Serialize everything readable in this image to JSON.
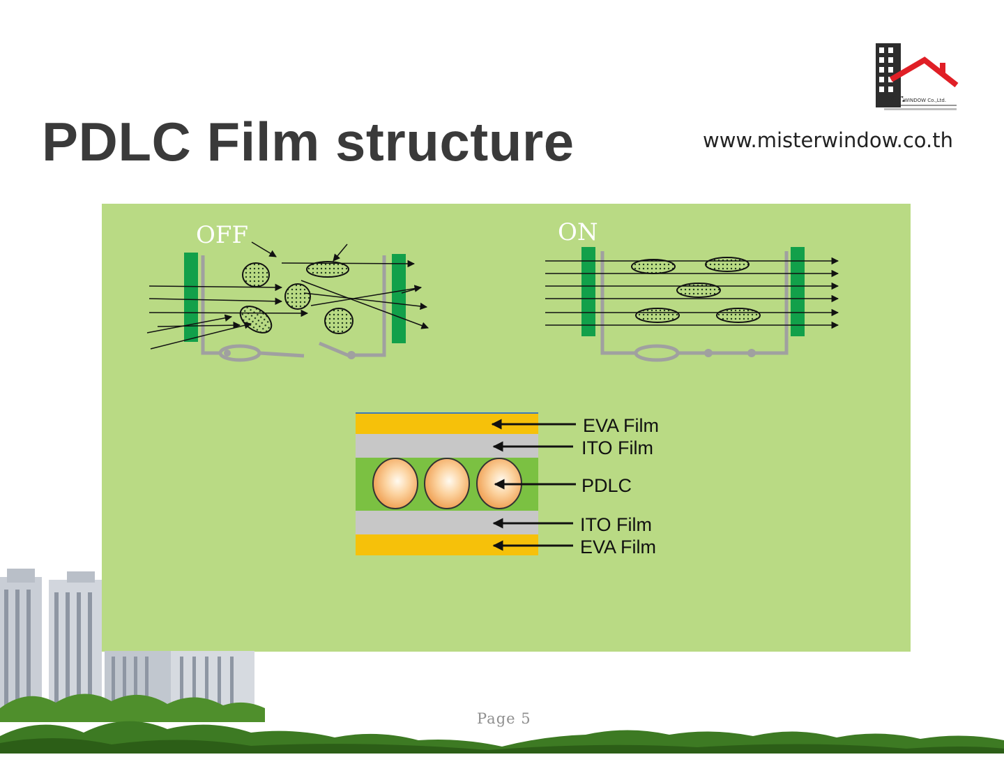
{
  "slide": {
    "title": "PDLC Film structure",
    "website": "www.misterwindow.co.th",
    "page_label": "Page",
    "page_number": "5"
  },
  "logo": {
    "brand_text": "Mr.WINDOW Co.,Ltd."
  },
  "diagram": {
    "off_label": "OFF",
    "on_label": "ON",
    "layers": [
      {
        "label": "EVA Film",
        "color": "#f6c10a"
      },
      {
        "label": "ITO Film",
        "color": "#c7c7c7"
      },
      {
        "label": "PDLC",
        "color": "#7bc142"
      },
      {
        "label": "ITO Film",
        "color": "#c7c7c7"
      },
      {
        "label": "EVA Film",
        "color": "#f6c10a"
      }
    ]
  },
  "colors": {
    "panel_background": "#b9da84",
    "electrode_green": "#12a04a",
    "title_text": "#3a3a3a"
  }
}
